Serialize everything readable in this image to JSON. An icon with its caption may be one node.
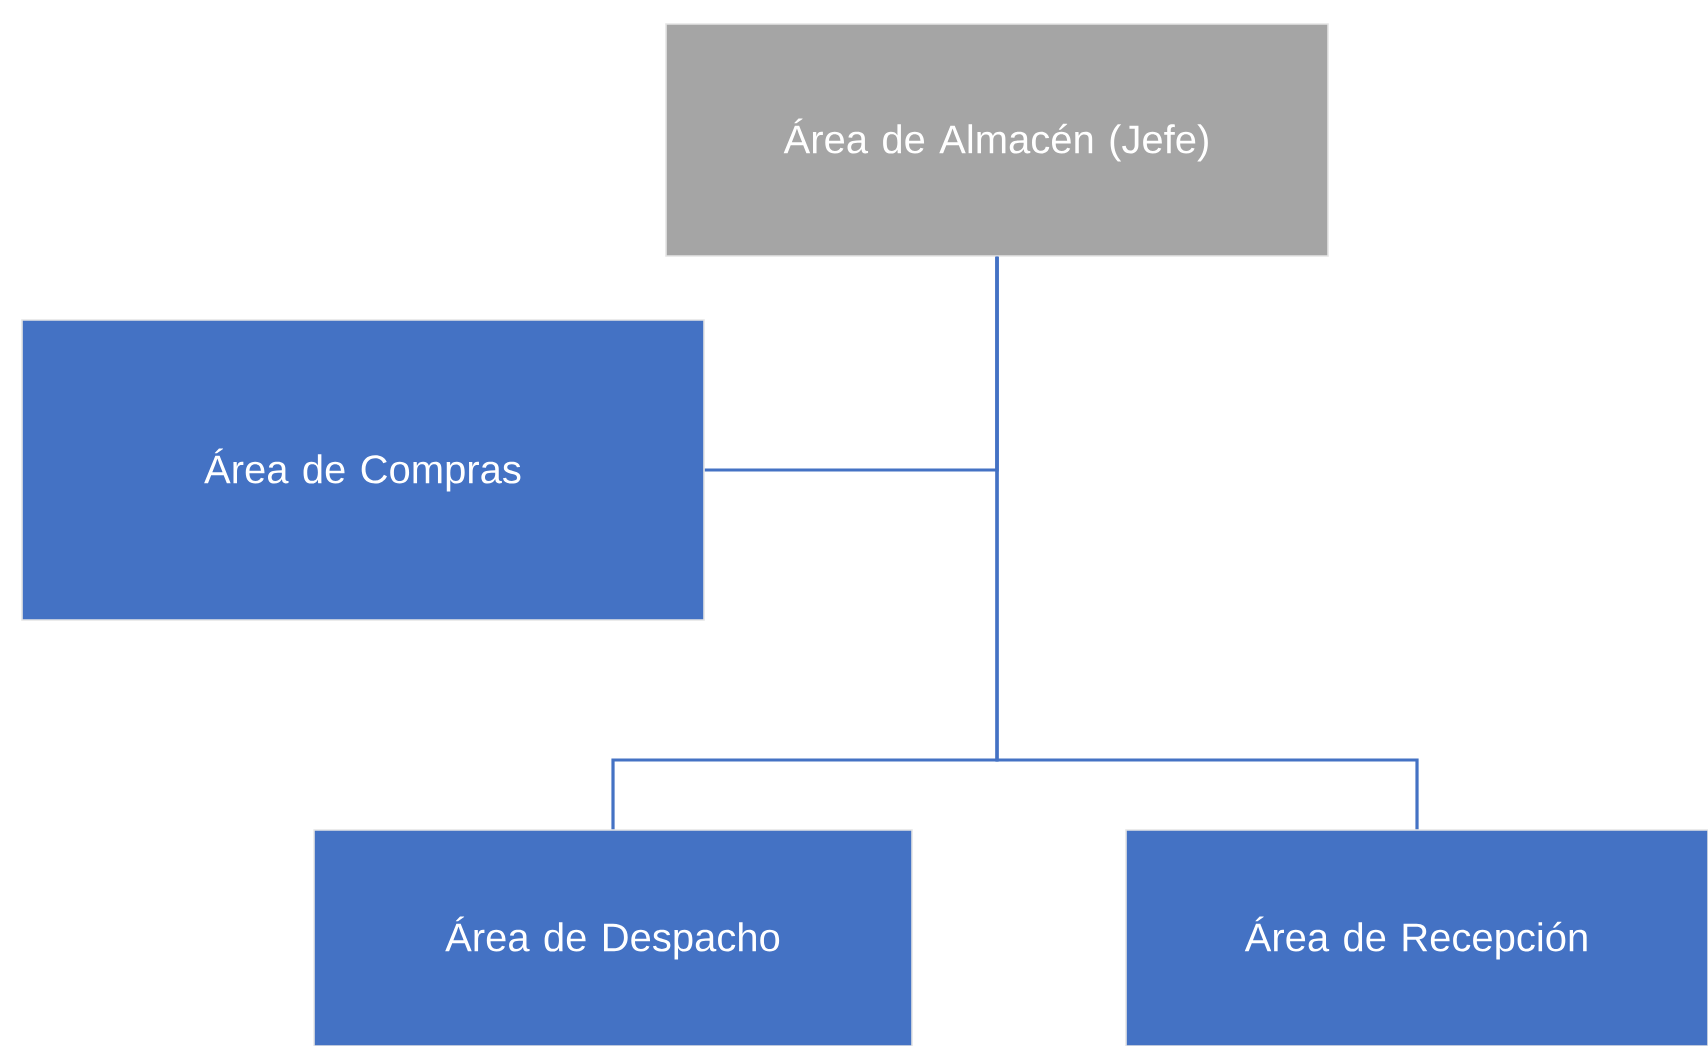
{
  "diagram": {
    "nodes": [
      {
        "text": [
          "Área de Almacén (Jefe)"
        ]
      },
      {
        "text": [
          "Área de Compras"
        ]
      },
      {
        "text": [
          "Área  de Despacho"
        ]
      },
      {
        "text": [
          "Área de Recepción"
        ]
      }
    ],
    "edges": [
      {
        "from": 0,
        "to": 1,
        "arrow": "none"
      },
      {
        "from": 0,
        "to": 2,
        "arrow": "none"
      },
      {
        "from": 0,
        "to": 3,
        "arrow": "none"
      }
    ]
  }
}
